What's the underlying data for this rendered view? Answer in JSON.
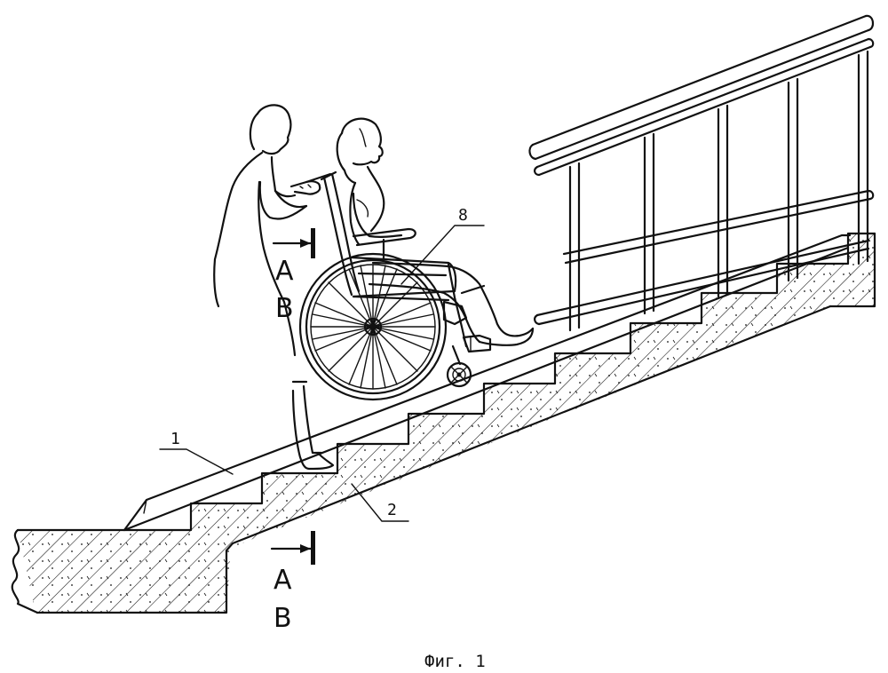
{
  "figure": {
    "caption": "Фиг. 1",
    "callouts": {
      "ramp": "1",
      "stair": "2",
      "wheelchair": "8"
    },
    "section_marks": {
      "top": {
        "letter1": "A",
        "letter2": "B"
      },
      "bottom": {
        "letter1": "A",
        "letter2": "B"
      }
    }
  },
  "colors": {
    "line": "#111111",
    "background": "#ffffff"
  }
}
